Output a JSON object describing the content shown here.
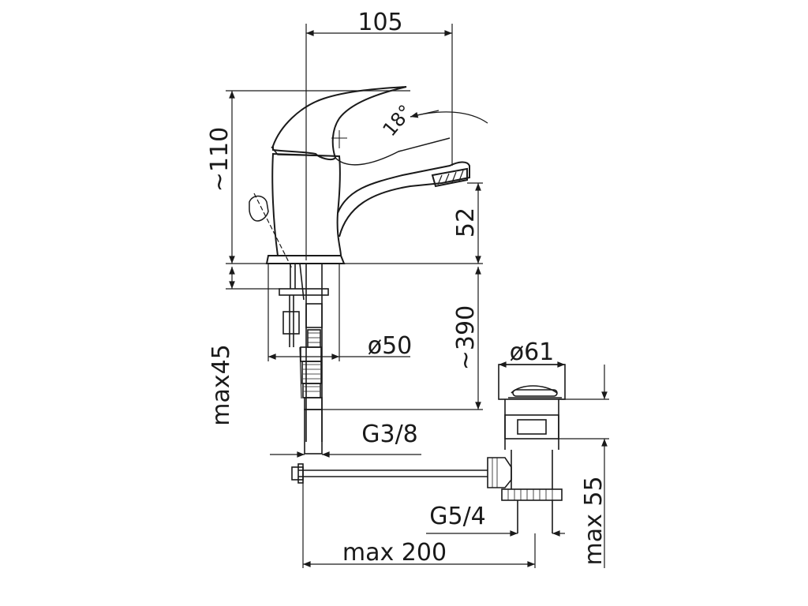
{
  "dimensions": {
    "width_top": "105",
    "height_top": "~110",
    "angle": "18°",
    "spout_height": "52",
    "body_length": "~390",
    "base_diameter": "ø50",
    "drain_diameter": "ø61",
    "bottom_max": "max45",
    "supply_thread": "G3/8",
    "drain_thread": "G5/4",
    "drain_depth": "max 55",
    "rod_length": "max 200"
  }
}
